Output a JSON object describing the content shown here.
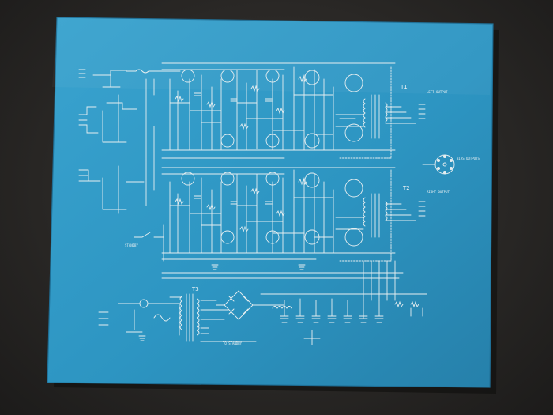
{
  "board": {
    "color": "#2d95c2",
    "line_color": "#e6eef0"
  },
  "labels": {
    "t1": "T1",
    "t2": "T2",
    "t3": "T3",
    "left_output": "LEFT OUTPUT",
    "right_output": "RIGHT OUTPUT",
    "bias_outputs": "BIAS OUTPUTS",
    "standby": "STANDBY",
    "to_standby": "TO STANDBY"
  }
}
